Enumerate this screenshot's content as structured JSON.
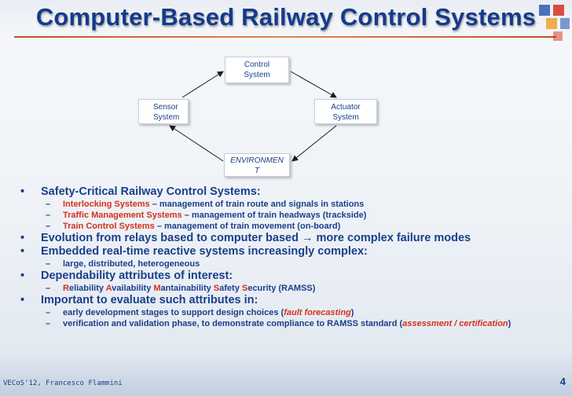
{
  "title": "Computer-Based Railway Control Systems",
  "diagram": {
    "control": [
      "Control",
      "System"
    ],
    "sensor": [
      "Sensor",
      "System"
    ],
    "actuator": [
      "Actuator",
      "System"
    ],
    "environment": [
      "ENVIRONMEN",
      "T"
    ]
  },
  "bullets": {
    "b1": {
      "text": "Safety-Critical Railway Control Systems:",
      "subs": [
        {
          "hl": "Interlocking Systems",
          "rest": " – management of train route and signals in stations"
        },
        {
          "hl": "Traffic Management Systems",
          "rest": " – management of train headways (trackside)"
        },
        {
          "hl": "Train Control Systems",
          "rest": " – management of train movement (on-board)"
        }
      ]
    },
    "b2": {
      "text": "Evolution from relays based to computer based → more complex failure modes"
    },
    "b3": {
      "text": "Embedded real-time reactive systems increasingly complex:",
      "subs": [
        {
          "text": "large, distributed, heterogeneous"
        }
      ]
    },
    "b4": {
      "text": "Dependability attributes of interest:",
      "ramss": {
        "r": "R",
        "r_rest": "eliability ",
        "a": "A",
        "a_rest": "vailability ",
        "m": "M",
        "m_rest": "antainability ",
        "s1": "S",
        "s1_rest": "afety ",
        "s2": "S",
        "s2_rest": "ecurity (RAMSS)"
      }
    },
    "b5": {
      "text": "Important to evaluate such attributes in:",
      "sub1_pre": "early development stages to support design choices (",
      "sub1_em": "fault forecasting",
      "sub1_post": ")",
      "sub2_pre": "verification and validation phase, to demonstrate compliance to RAMSS standard (",
      "sub2_em": "assessment / certification",
      "sub2_post": ")"
    }
  },
  "bullet_glyph": "•",
  "dash_glyph": "–",
  "footer": "VECoS'12, Francesco Flammini",
  "page_number": "4",
  "colors": {
    "title": "#143a8c",
    "accent": "#d4301c",
    "arrow": "#1a1a1a"
  }
}
